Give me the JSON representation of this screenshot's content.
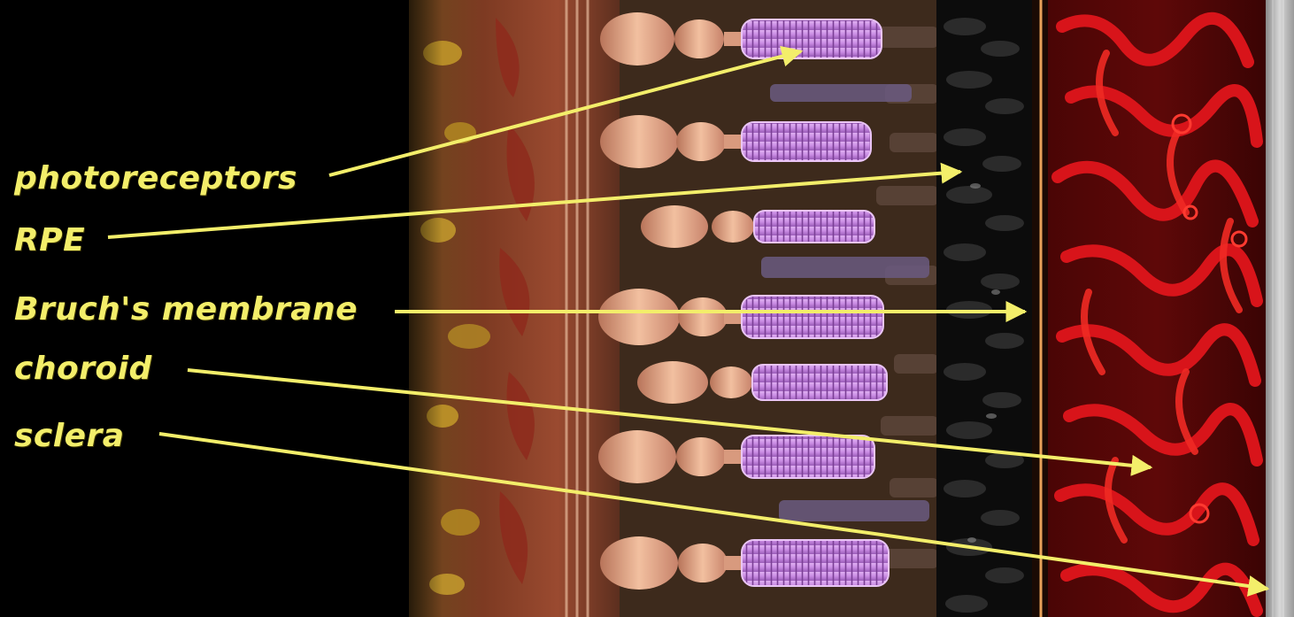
{
  "colors": {
    "label_text": "#f3ee6a",
    "arrow": "#f3ee6a",
    "background": "#000000",
    "outer_segment": "#c98be3",
    "rpe": "#141414",
    "choroid": "#c4141a",
    "sclera": "#bdbdbd",
    "retina_inner": "#8a3a26"
  },
  "labels": [
    {
      "id": "photoreceptors",
      "text": "photoreceptors"
    },
    {
      "id": "rpe",
      "text": "RPE"
    },
    {
      "id": "bruch",
      "text": "Bruch's membrane"
    },
    {
      "id": "choroid",
      "text": "choroid"
    },
    {
      "id": "sclera",
      "text": "sclera"
    }
  ]
}
